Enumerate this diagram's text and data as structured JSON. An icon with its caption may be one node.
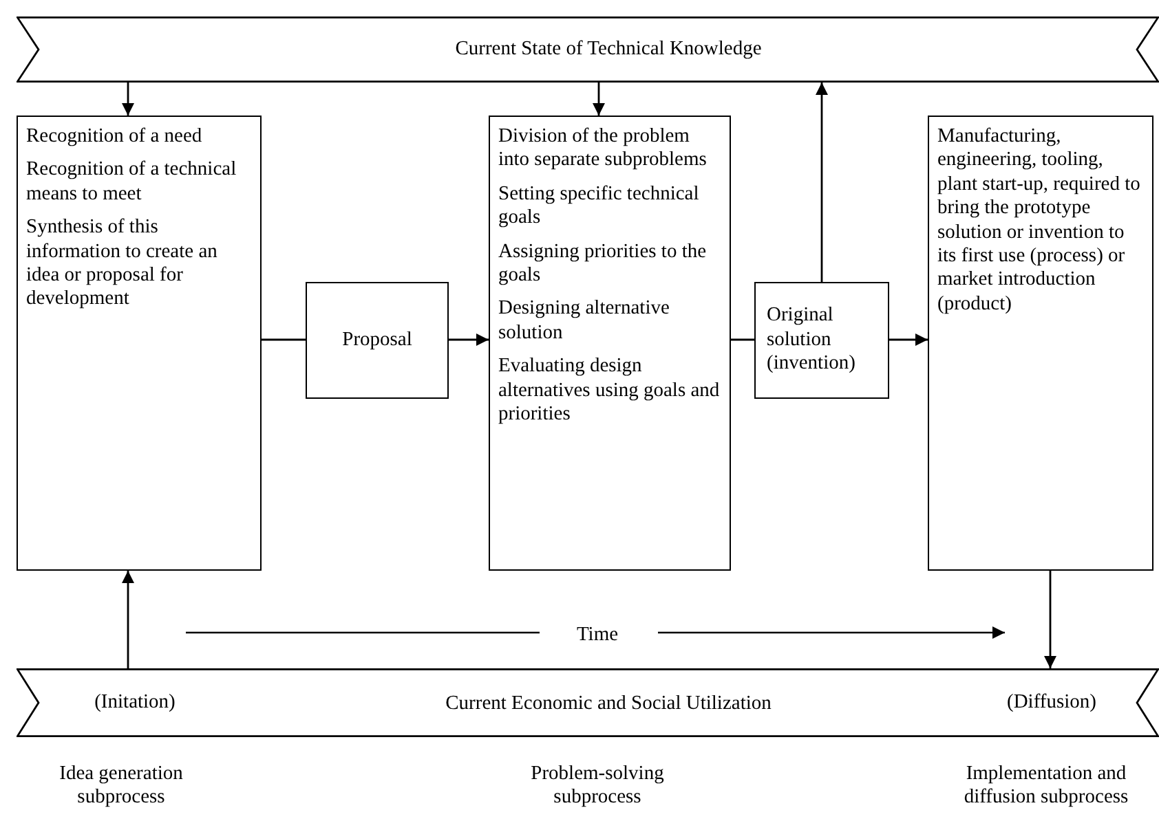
{
  "diagram": {
    "nodes": [
      {
        "text": [
          "Current State of Technical Knowledge"
        ]
      },
      {
        "text": [
          "Recognition of a need",
          "Recognition of a technical means to meet",
          "Synthesis of this information to create an idea or proposal for development"
        ]
      },
      {
        "text": [
          "Proposal"
        ]
      },
      {
        "text": [
          "Division of the problem into separate subproblems",
          "Setting specific technical goals",
          "Assigning priorities to the goals",
          "Designing alternative solution",
          "Evaluating design alternatives using goals and priorities"
        ]
      },
      {
        "text": [
          "Original solution (invention)"
        ]
      },
      {
        "text": [
          "Manufacturing, engineering, tooling, plant start-up, required to bring the prototype solution or invention to its first use (process) or market introduction (product)"
        ]
      },
      {
        "text": [
          "(Initation)",
          "Current Economic and Social Utilization",
          "(Diffusion)"
        ]
      }
    ],
    "edges": [
      {
        "from": 0,
        "to": 1,
        "arrow": "to"
      },
      {
        "from": 0,
        "to": 3,
        "arrow": "to"
      },
      {
        "from": 4,
        "to": 0,
        "arrow": "to"
      },
      {
        "from": 1,
        "to": 2,
        "arrow": "none"
      },
      {
        "from": 2,
        "to": 3,
        "arrow": "to"
      },
      {
        "from": 3,
        "to": 4,
        "arrow": "none"
      },
      {
        "from": 4,
        "to": 5,
        "arrow": "to"
      },
      {
        "from": 6,
        "to": 1,
        "arrow": "to"
      },
      {
        "from": 5,
        "to": 6,
        "arrow": "to"
      }
    ],
    "labels": [
      "Time",
      "Idea generation subprocess",
      "Problem-solving subprocess",
      "Implementation and diffusion subprocess"
    ]
  }
}
